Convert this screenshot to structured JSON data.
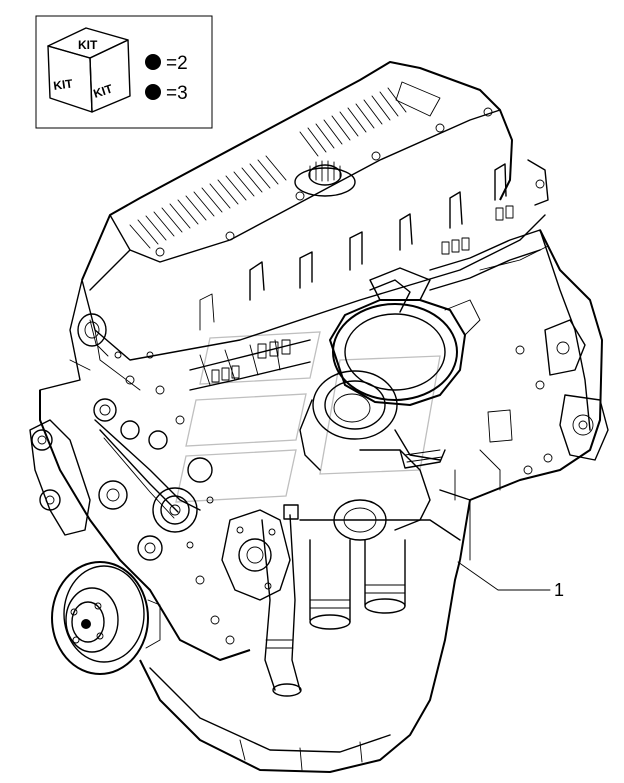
{
  "legend": {
    "kit_face_top": "KIT",
    "kit_face_left": "KIT",
    "kit_face_right": "KIT",
    "rows": [
      {
        "symbol": "filled-dot",
        "text": "=2"
      },
      {
        "symbol": "filled-dot",
        "text": "=3"
      }
    ]
  },
  "callouts": [
    {
      "label": "1"
    }
  ]
}
